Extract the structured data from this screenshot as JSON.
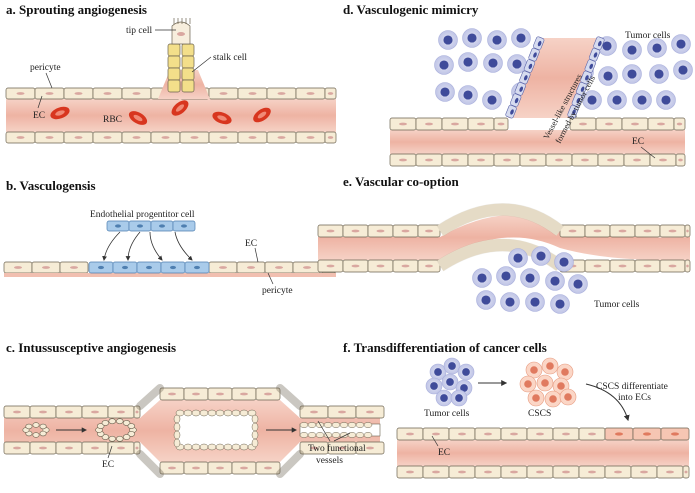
{
  "panels": {
    "a": {
      "title": "a. Sprouting angiogenesis",
      "labels": {
        "tip_cell": "tip cell",
        "stalk_cell": "stalk cell",
        "pericyte": "pericyte",
        "ec": "EC",
        "rbc": "RBC"
      }
    },
    "b": {
      "title": "b. Vasculogensis",
      "labels": {
        "progenitor": "Endothelial progentitor cell",
        "ec": "EC",
        "pericyte": "pericyte"
      }
    },
    "c": {
      "title": "c. Intussusceptive angiogenesis",
      "labels": {
        "ec": "EC",
        "two_functional_1": "Two functional",
        "two_functional_2": "vessels"
      }
    },
    "d": {
      "title": "d. Vasculogenic mimicry",
      "labels": {
        "tumor_cells": "Tumor cells",
        "vessel_like_1": "Vessel-like structures",
        "vessel_like_2": "formed by tumor cells",
        "ec": "EC"
      }
    },
    "e": {
      "title": "e. Vascular co-option",
      "labels": {
        "tumor_cells": "Tumor cells"
      }
    },
    "f": {
      "title": "f. Transdifferentiation of cancer cells",
      "labels": {
        "tumor_cells": "Tumor cells",
        "cscs": "CSCS",
        "diff_1": "CSCS differentiate",
        "diff_2": "into ECs",
        "ec": "EC"
      }
    }
  },
  "colors": {
    "lumen": "#f1bfb0",
    "lumen_edge": "#e6a898",
    "cell_fill": "#f6ecd6",
    "cell_stroke": "#6b6250",
    "nucleus": "#d9a7a0",
    "rbc": "#d8361f",
    "rbc_light": "#f08a76",
    "tumor": "#3f4b9a",
    "tumor_halo": "#c7cbe8",
    "progenitor": "#a9cbea",
    "stalk": "#f3df8a",
    "cscs": "#f4b49a",
    "cscs_core": "#e07a5f"
  }
}
